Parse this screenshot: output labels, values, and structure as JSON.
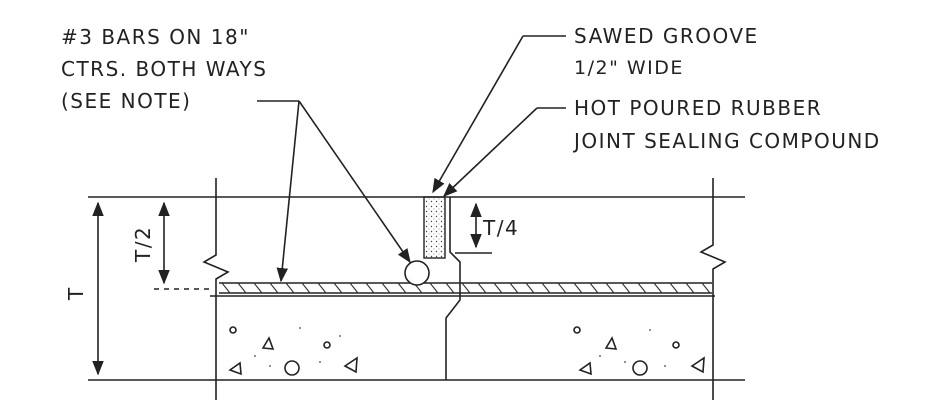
{
  "labels": {
    "bars_line1": "#3 BARS ON 18\"",
    "bars_line2": "CTRS. BOTH WAYS",
    "bars_line3": "(SEE NOTE)",
    "groove_line1": "SAWED GROOVE",
    "groove_line2": "1/2\" WIDE",
    "sealant_line1": "HOT POURED RUBBER",
    "sealant_line2": "JOINT SEALING COMPOUND"
  },
  "dimensions": {
    "thickness": "T",
    "half_thickness": "T/2",
    "quarter_thickness": "T/4"
  },
  "colors": {
    "line": "#222222",
    "sealant_fill": "#d9d9d9"
  }
}
